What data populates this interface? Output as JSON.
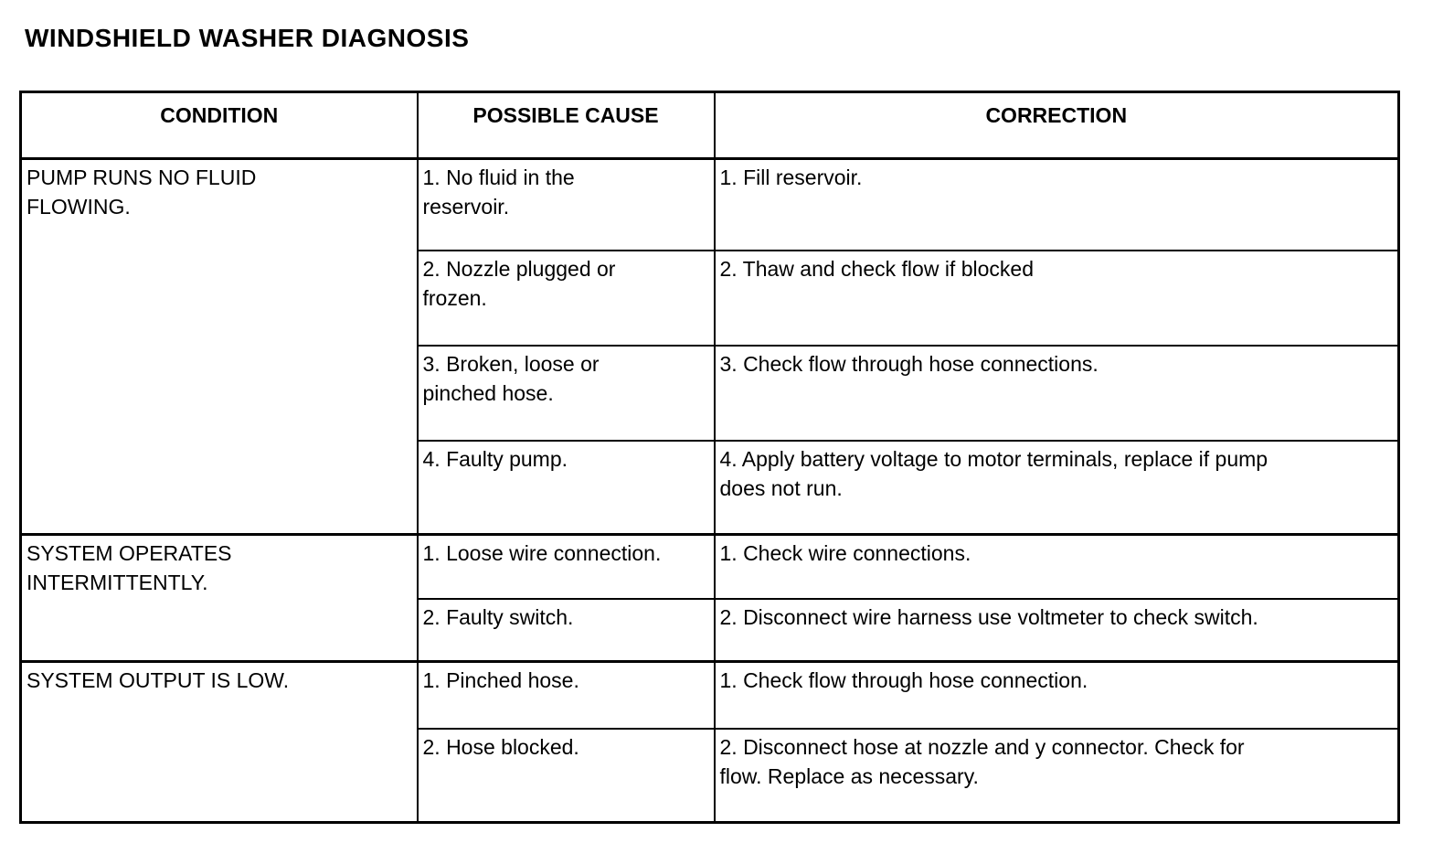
{
  "page": {
    "title": "WINDSHIELD WASHER DIAGNOSIS"
  },
  "table": {
    "headers": [
      "CONDITION",
      "POSSIBLE CAUSE",
      "CORRECTION"
    ],
    "groups": [
      {
        "condition": "PUMP RUNS NO FLUID\nFLOWING.",
        "rows": [
          {
            "cause": "1. No fluid in the\nreservoir.",
            "correction": "1. Fill reservoir."
          },
          {
            "cause": "2. Nozzle plugged or\nfrozen.",
            "correction": "2. Thaw and check flow if blocked"
          },
          {
            "cause": "3. Broken, loose or\npinched hose.",
            "correction": "3. Check flow through hose connections."
          },
          {
            "cause": "4. Faulty pump.",
            "correction": "4. Apply battery voltage to motor terminals, replace if pump\ndoes not run."
          }
        ]
      },
      {
        "condition": "SYSTEM OPERATES\nINTERMITTENTLY.",
        "rows": [
          {
            "cause": "1. Loose wire connection.",
            "correction": "1. Check wire connections."
          },
          {
            "cause": "2. Faulty switch.",
            "correction": "2. Disconnect wire harness use voltmeter to check switch."
          }
        ]
      },
      {
        "condition": "SYSTEM OUTPUT IS LOW.",
        "rows": [
          {
            "cause": "1. Pinched hose.",
            "correction": "1. Check flow through hose connection."
          },
          {
            "cause": "2. Hose blocked.",
            "correction": "2. Disconnect hose at nozzle and y connector. Check for\nflow. Replace as necessary."
          }
        ]
      }
    ]
  }
}
